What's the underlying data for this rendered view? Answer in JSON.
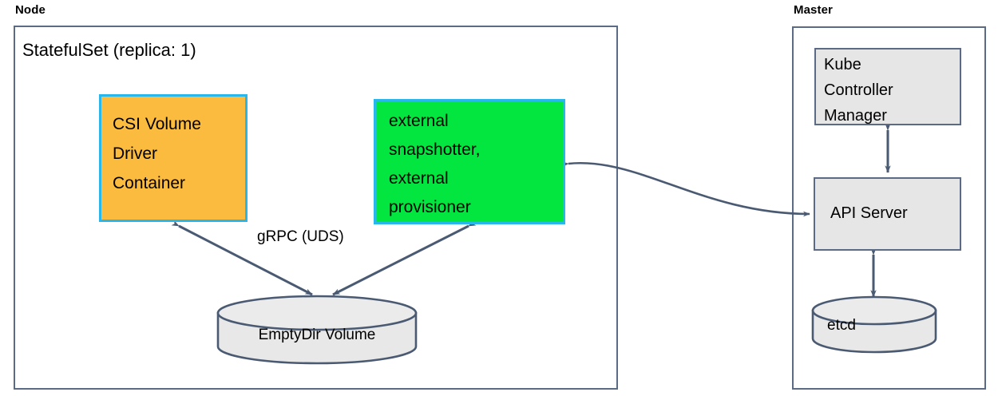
{
  "diagram": {
    "title": "Kubernetes CSI StatefulSet architecture",
    "colors": {
      "accent_orange": "#fbbb3e",
      "accent_green": "#03e63f",
      "accent_cyan_border": "#29b6ec",
      "box_gray": "#e6e6e6",
      "line_slate": "#5b6b85"
    }
  },
  "node_group": {
    "label": "Node",
    "statefulset_title": "StatefulSet (replica: 1)",
    "csi_container": {
      "label": "CSI Volume\nDriver\nContainer"
    },
    "external_container": {
      "label": "external\nsnapshotter,\nexternal\nprovisioner"
    },
    "volume": {
      "label": "EmptyDir Volume"
    },
    "grpc_edge_label": "gRPC (UDS)"
  },
  "master_group": {
    "label": "Master",
    "kube_controller_manager": {
      "label": "Kube\nController\nManager"
    },
    "api_server": {
      "label": "API Server"
    },
    "etcd": {
      "label": "etcd"
    }
  }
}
